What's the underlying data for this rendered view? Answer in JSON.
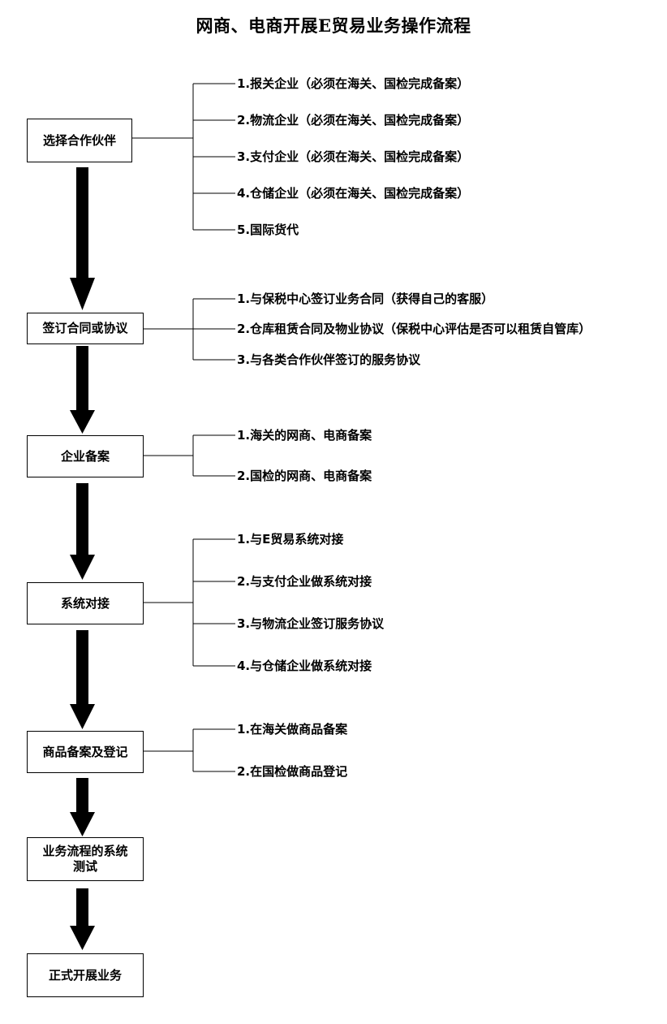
{
  "title": "网商、电商开展E贸易业务操作流程",
  "steps": [
    {
      "label": "选择合作伙伴",
      "items": [
        "1.报关企业（必须在海关、国检完成备案）",
        "2.物流企业（必须在海关、国检完成备案）",
        "3.支付企业（必须在海关、国检完成备案）",
        "4.仓储企业（必须在海关、国检完成备案）",
        "5.国际货代"
      ]
    },
    {
      "label": "签订合同或协议",
      "items": [
        "1.与保税中心签订业务合同（获得自己的客服）",
        "2.仓库租赁合同及物业协议（保税中心评估是否可以租赁自管库）",
        "3.与各类合作伙伴签订的服务协议"
      ]
    },
    {
      "label": "企业备案",
      "items": [
        "1.海关的网商、电商备案",
        "2.国检的网商、电商备案"
      ]
    },
    {
      "label": "系统对接",
      "items": [
        "1.与E贸易系统对接",
        "2.与支付企业做系统对接",
        "3.与物流企业签订服务协议",
        "4.与仓储企业做系统对接"
      ]
    },
    {
      "label": "商品备案及登记",
      "items": [
        "1.在海关做商品备案",
        "2.在国检做商品登记"
      ]
    },
    {
      "label": "业务流程的系统测试",
      "items": []
    },
    {
      "label": "正式开展业务",
      "items": []
    }
  ]
}
